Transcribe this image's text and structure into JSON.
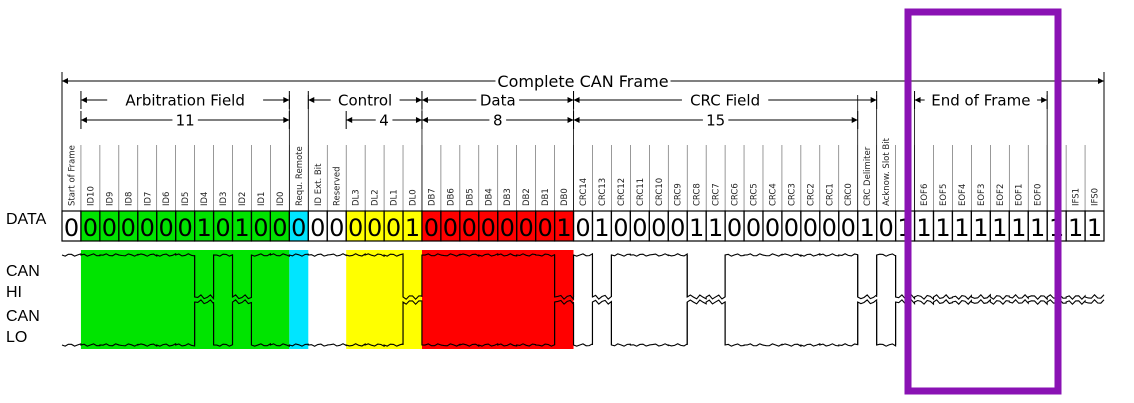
{
  "side_labels": {
    "data": "DATA",
    "can_hi": [
      "CAN",
      "HI"
    ],
    "can_lo": [
      "CAN",
      "LO"
    ]
  },
  "brackets": {
    "complete": "Complete CAN Frame",
    "arbitration": "Arbitration Field",
    "arbitration_bits": "11",
    "control": "Control",
    "control_bits": "4",
    "data": "Data",
    "data_bits": "8",
    "crc": "CRC Field",
    "crc_bits": "15",
    "eof": "End of Frame"
  },
  "bits": [
    {
      "label": "Start of Frame",
      "value": "0",
      "fill": "none"
    },
    {
      "label": "ID10",
      "value": "0",
      "fill": "green"
    },
    {
      "label": "ID9",
      "value": "0",
      "fill": "green"
    },
    {
      "label": "ID8",
      "value": "0",
      "fill": "green"
    },
    {
      "label": "ID7",
      "value": "0",
      "fill": "green"
    },
    {
      "label": "ID6",
      "value": "0",
      "fill": "green"
    },
    {
      "label": "ID5",
      "value": "0",
      "fill": "green"
    },
    {
      "label": "ID4",
      "value": "1",
      "fill": "green"
    },
    {
      "label": "ID3",
      "value": "0",
      "fill": "green"
    },
    {
      "label": "ID2",
      "value": "1",
      "fill": "green"
    },
    {
      "label": "ID1",
      "value": "0",
      "fill": "green"
    },
    {
      "label": "ID0",
      "value": "0",
      "fill": "green"
    },
    {
      "label": "Requ. Remote",
      "value": "0",
      "fill": "cyan"
    },
    {
      "label": "ID Ext. Bit",
      "value": "0",
      "fill": "none"
    },
    {
      "label": "Reserved",
      "value": "0",
      "fill": "none"
    },
    {
      "label": "DL3",
      "value": "0",
      "fill": "yellow"
    },
    {
      "label": "DL2",
      "value": "0",
      "fill": "yellow"
    },
    {
      "label": "DL1",
      "value": "0",
      "fill": "yellow"
    },
    {
      "label": "DL0",
      "value": "1",
      "fill": "yellow"
    },
    {
      "label": "DB7",
      "value": "0",
      "fill": "red"
    },
    {
      "label": "DB6",
      "value": "0",
      "fill": "red"
    },
    {
      "label": "DB5",
      "value": "0",
      "fill": "red"
    },
    {
      "label": "DB4",
      "value": "0",
      "fill": "red"
    },
    {
      "label": "DB3",
      "value": "0",
      "fill": "red"
    },
    {
      "label": "DB2",
      "value": "0",
      "fill": "red"
    },
    {
      "label": "DB1",
      "value": "0",
      "fill": "red"
    },
    {
      "label": "DB0",
      "value": "1",
      "fill": "red"
    },
    {
      "label": "CRC14",
      "value": "0",
      "fill": "none"
    },
    {
      "label": "CRC13",
      "value": "1",
      "fill": "none"
    },
    {
      "label": "CRC12",
      "value": "0",
      "fill": "none"
    },
    {
      "label": "CRC11",
      "value": "0",
      "fill": "none"
    },
    {
      "label": "CRC10",
      "value": "0",
      "fill": "none"
    },
    {
      "label": "CRC9",
      "value": "0",
      "fill": "none"
    },
    {
      "label": "CRC8",
      "value": "1",
      "fill": "none"
    },
    {
      "label": "CRC7",
      "value": "1",
      "fill": "none"
    },
    {
      "label": "CRC6",
      "value": "0",
      "fill": "none"
    },
    {
      "label": "CRC5",
      "value": "0",
      "fill": "none"
    },
    {
      "label": "CRC4",
      "value": "0",
      "fill": "none"
    },
    {
      "label": "CRC3",
      "value": "0",
      "fill": "none"
    },
    {
      "label": "CRC2",
      "value": "0",
      "fill": "none"
    },
    {
      "label": "CRC1",
      "value": "0",
      "fill": "none"
    },
    {
      "label": "CRC0",
      "value": "0",
      "fill": "none"
    },
    {
      "label": "CRC Delimiter",
      "value": "1",
      "fill": "none"
    },
    {
      "label": "Acknow. Slot Bit",
      "value": "0",
      "fill": "none"
    },
    {
      "label": "",
      "value": "1",
      "fill": "none"
    },
    {
      "label": "EOF6",
      "value": "1",
      "fill": "none"
    },
    {
      "label": "EOF5",
      "value": "1",
      "fill": "none"
    },
    {
      "label": "EOF4",
      "value": "1",
      "fill": "none"
    },
    {
      "label": "EOF3",
      "value": "1",
      "fill": "none"
    },
    {
      "label": "EOF2",
      "value": "1",
      "fill": "none"
    },
    {
      "label": "EOF1",
      "value": "1",
      "fill": "none"
    },
    {
      "label": "EOF0",
      "value": "1",
      "fill": "none"
    },
    {
      "label": "",
      "value": "1",
      "fill": "none"
    },
    {
      "label": "IFS1",
      "value": "1",
      "fill": "none"
    },
    {
      "label": "IFS0",
      "value": "1",
      "fill": "none"
    }
  ],
  "colors": {
    "green": "#00e400",
    "cyan": "#00e5ff",
    "yellow": "#ffff00",
    "red": "#ff0000",
    "highlight_box": "#8a12b4"
  }
}
